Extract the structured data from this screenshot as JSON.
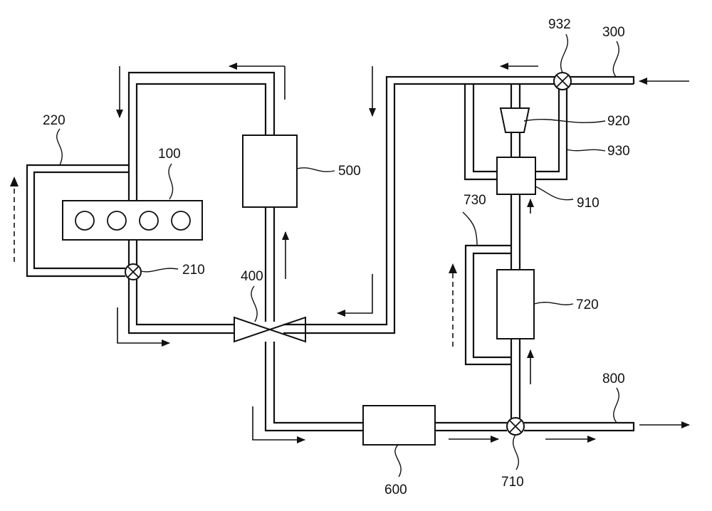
{
  "labels": {
    "engine": "100",
    "valve_210": "210",
    "bypass_220": "220",
    "inlet_300": "300",
    "valve_400": "400",
    "component_500": "500",
    "component_600": "600",
    "valve_710": "710",
    "component_720": "720",
    "bypass_730": "730",
    "outlet_800": "800",
    "component_910": "910",
    "component_920": "920",
    "line_930": "930",
    "valve_932": "932"
  }
}
